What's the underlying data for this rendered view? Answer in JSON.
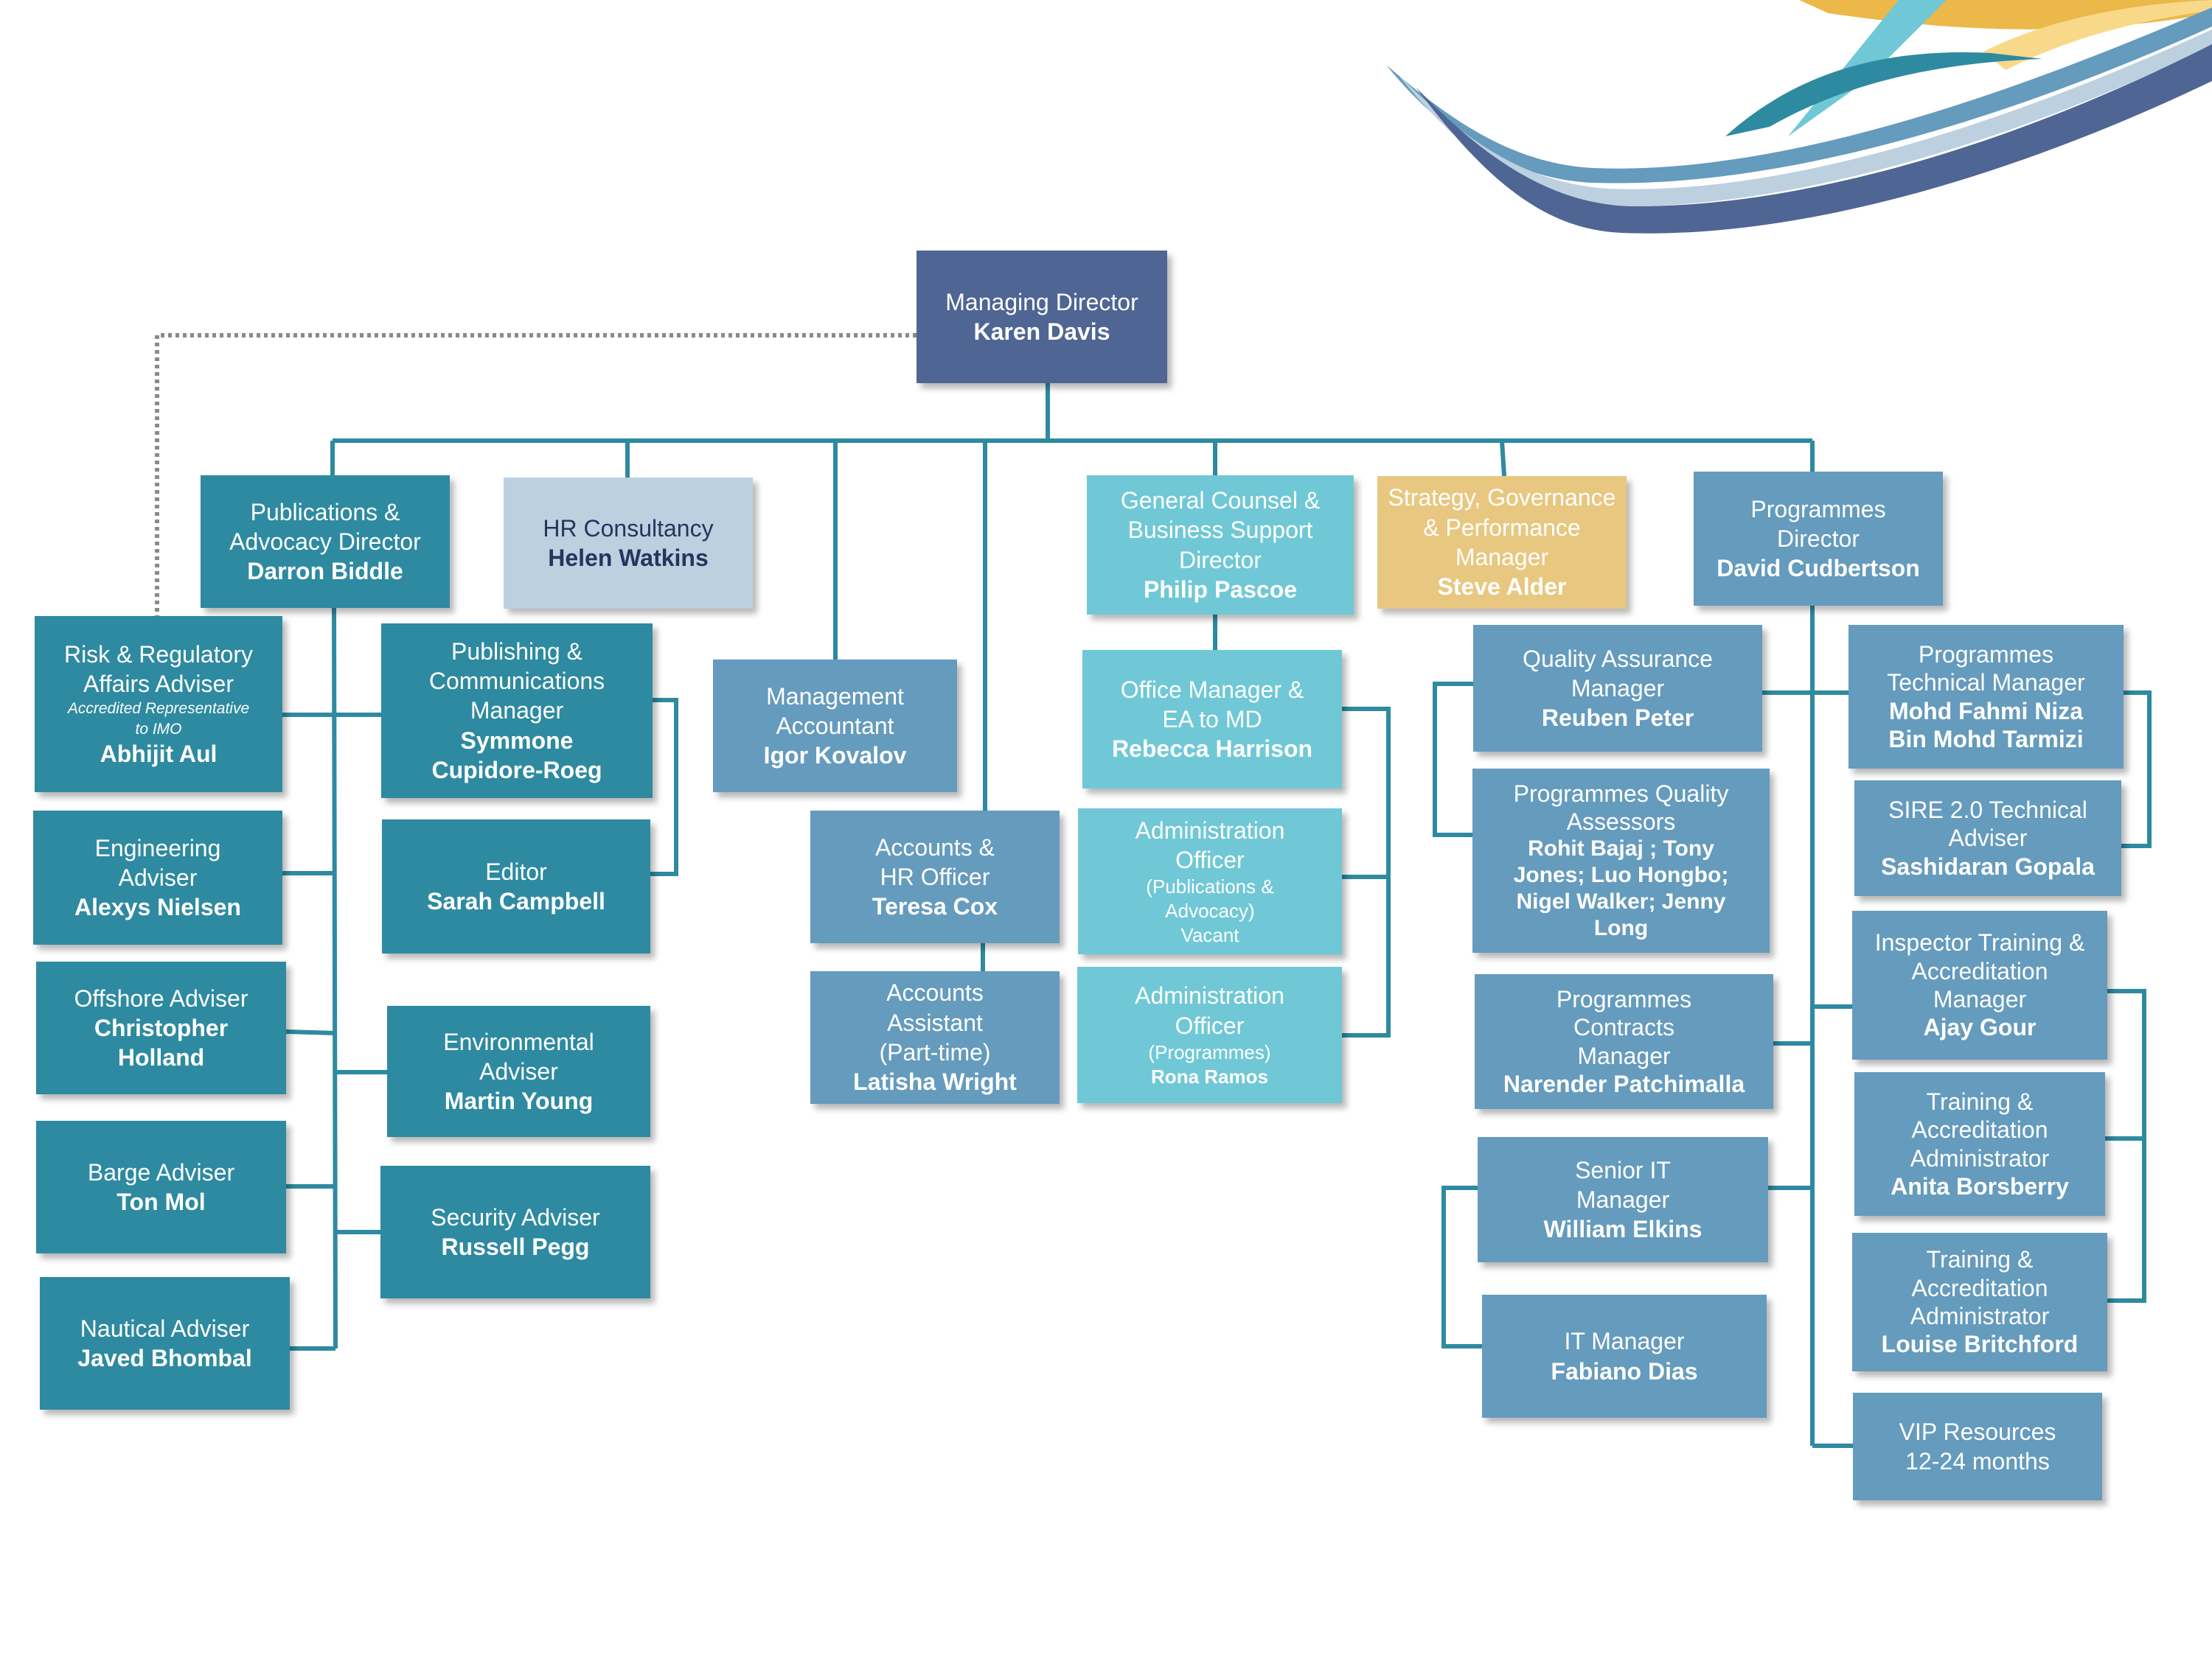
{
  "colors": {
    "navy": "#4f6593",
    "teal": "#2e8aa0",
    "steel": "#659bbd",
    "aqua": "#70c8d6",
    "gold": "#e8c780",
    "pale": "#bcd0e0",
    "connector": "#2e8aa0",
    "dotted_connector": "#8a8a8a"
  },
  "org": {
    "md": {
      "title": "Managing Director",
      "name": "Karen Davis"
    },
    "pub_director": {
      "title": "Publications & Advocacy Director",
      "name": "Darron Biddle"
    },
    "hr_consultancy": {
      "title": "HR Consultancy",
      "name": "Helen Watkins"
    },
    "mgmt_accountant": {
      "title": "Management Accountant",
      "name": "Igor Kovalov"
    },
    "accounts_hr": {
      "title": "Accounts & HR Officer",
      "name": "Teresa Cox"
    },
    "accounts_assistant": {
      "title": "Accounts Assistant (Part-time)",
      "name": "Latisha Wright"
    },
    "general_counsel": {
      "title": "General Counsel & Business Support Director",
      "name": "Philip Pascoe"
    },
    "office_manager": {
      "title": "Office Manager & EA to MD",
      "name": "Rebecca Harrison"
    },
    "admin_pub": {
      "title": "Administration Officer",
      "subtitle": "(Publications & Advocacy)",
      "name": "Vacant"
    },
    "admin_prog": {
      "title": "Administration Officer",
      "subtitle": "(Programmes)",
      "name": "Rona Ramos"
    },
    "strategy": {
      "title": "Strategy, Governance & Performance Manager",
      "name": "Steve Alder"
    },
    "prog_director": {
      "title": "Programmes Director",
      "name": "David Cudbertson"
    },
    "risk_adviser": {
      "title": "Risk & Regulatory Affairs Adviser",
      "note": "Accredited Representative to IMO",
      "name": "Abhijit Aul"
    },
    "engineering": {
      "title": "Engineering Adviser",
      "name": "Alexys Nielsen"
    },
    "offshore": {
      "title": "Offshore Adviser",
      "name": "Christopher Holland"
    },
    "barge": {
      "title": "Barge Adviser",
      "name": "Ton Mol"
    },
    "nautical": {
      "title": "Nautical Adviser",
      "name": "Javed Bhombal"
    },
    "publishing_comms": {
      "title": "Publishing & Communications Manager",
      "name": "Symmone Cupidore-Roeg"
    },
    "editor": {
      "title": "Editor",
      "name": "Sarah Campbell"
    },
    "environmental": {
      "title": "Environmental Adviser",
      "name": "Martin Young"
    },
    "security": {
      "title": "Security Adviser",
      "name": "Russell Pegg"
    },
    "qa_manager": {
      "title": "Quality Assurance Manager",
      "name": "Reuben Peter"
    },
    "quality_assessors": {
      "title": "Programmes Quality Assessors",
      "name": "Rohit Bajaj ; Tony Jones; Luo Hongbo; Nigel Walker; Jenny Long"
    },
    "contracts_manager": {
      "title": "Programmes Contracts Manager",
      "name": "Narender Patchimalla"
    },
    "senior_it": {
      "title": "Senior IT Manager",
      "name": "William Elkins"
    },
    "it_manager": {
      "title": "IT Manager",
      "name": "Fabiano Dias"
    },
    "prog_tech_manager": {
      "title": "Programmes Technical Manager",
      "name": "Mohd Fahmi Niza Bin Mohd Tarmizi"
    },
    "sire_adviser": {
      "title": "SIRE 2.0 Technical Adviser",
      "name": "Sashidaran Gopala"
    },
    "inspector_training": {
      "title": "Inspector Training & Accreditation Manager",
      "name": "Ajay Gour"
    },
    "training_admin_1": {
      "title": "Training & Accreditation Administrator",
      "name": "Anita Borsberry"
    },
    "training_admin_2": {
      "title": "Training & Accreditation Administrator",
      "name": "Louise Britchford"
    },
    "vip_resources": {
      "title": "VIP Resources",
      "subtitle": "12-24 months"
    }
  }
}
